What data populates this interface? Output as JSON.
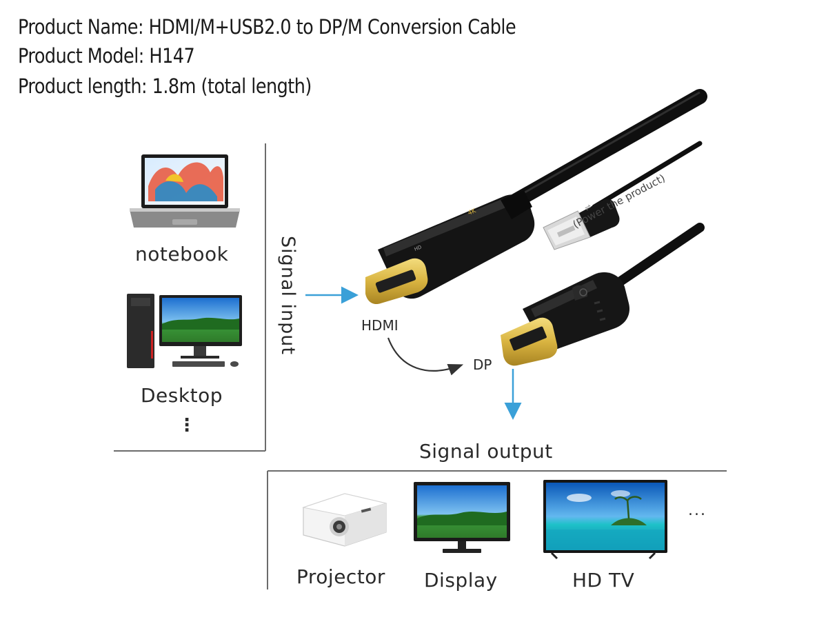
{
  "specs": {
    "name": "Product Name: HDMI/M+USB2.0 to DP/M Conversion Cable",
    "model": "Product Model: H147",
    "length": "Product length: 1.8m (total length)"
  },
  "sources": {
    "notebook": "notebook",
    "desktop": "Desktop",
    "more": "⋮"
  },
  "signal_input": "Signal input",
  "hdmi_label": "HDMI",
  "dp_label": "DP",
  "power_note": "(Power the product)",
  "signal_output": "Signal output",
  "outputs": {
    "projector": "Projector",
    "display": "Display",
    "hdtv": "HD TV",
    "more": "..."
  },
  "colors": {
    "arrow": "#3aa0d8",
    "cable": "#111111",
    "gold": "#d9b441"
  },
  "icons": [
    "laptop-icon",
    "desktop-computer-icon",
    "projector-icon",
    "monitor-icon",
    "tv-icon",
    "hdmi-plug-icon",
    "usb-plug-icon",
    "displayport-plug-icon"
  ]
}
